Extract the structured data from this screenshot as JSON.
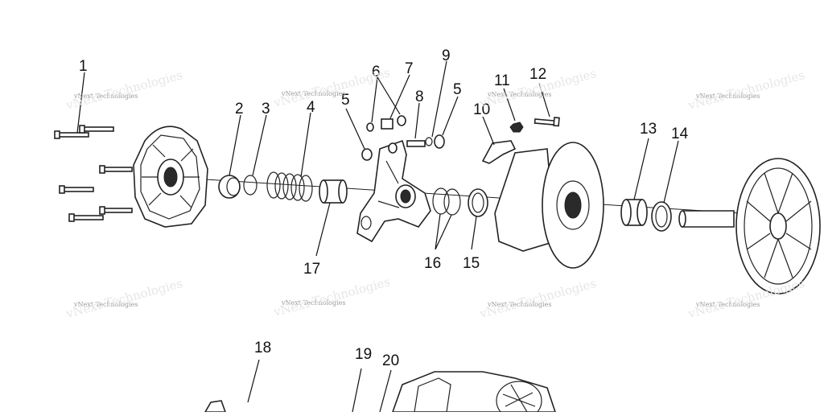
{
  "callouts": [
    "1",
    "2",
    "3",
    "4",
    "5",
    "6",
    "7",
    "8",
    "9",
    "5",
    "10",
    "11",
    "12",
    "13",
    "14",
    "16",
    "15",
    "17",
    "18",
    "19",
    "20"
  ],
  "watermark": {
    "text": "vNext Technologies"
  }
}
